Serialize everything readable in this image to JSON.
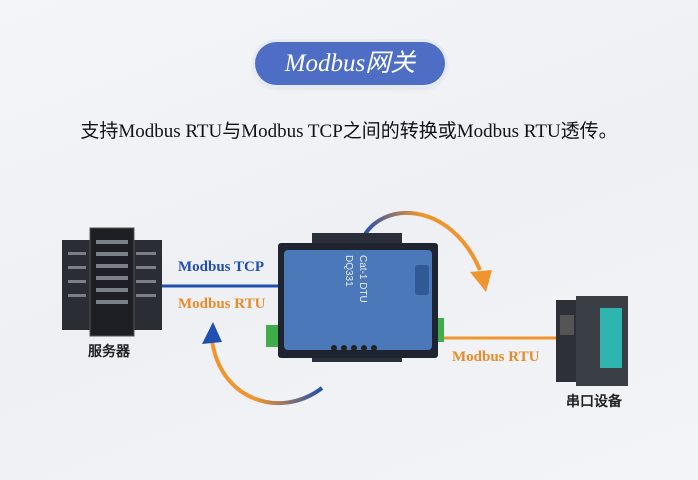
{
  "title": "Modbus网关",
  "subtitle": "支持Modbus RTU与Modbus TCP之间的转换或Modbus RTU透传。",
  "labels": {
    "tcp": "Modbus TCP",
    "rtu_left": "Modbus RTU",
    "rtu_right": "Modbus RTU"
  },
  "nodes": {
    "server": "服务器",
    "serial": "串口设备"
  },
  "device": {
    "model": "DQ331",
    "type": "Cat-1 DTU"
  },
  "colors": {
    "blue": "#1f4fb0",
    "orange": "#f0952e",
    "pill": "#4d6ec4"
  }
}
